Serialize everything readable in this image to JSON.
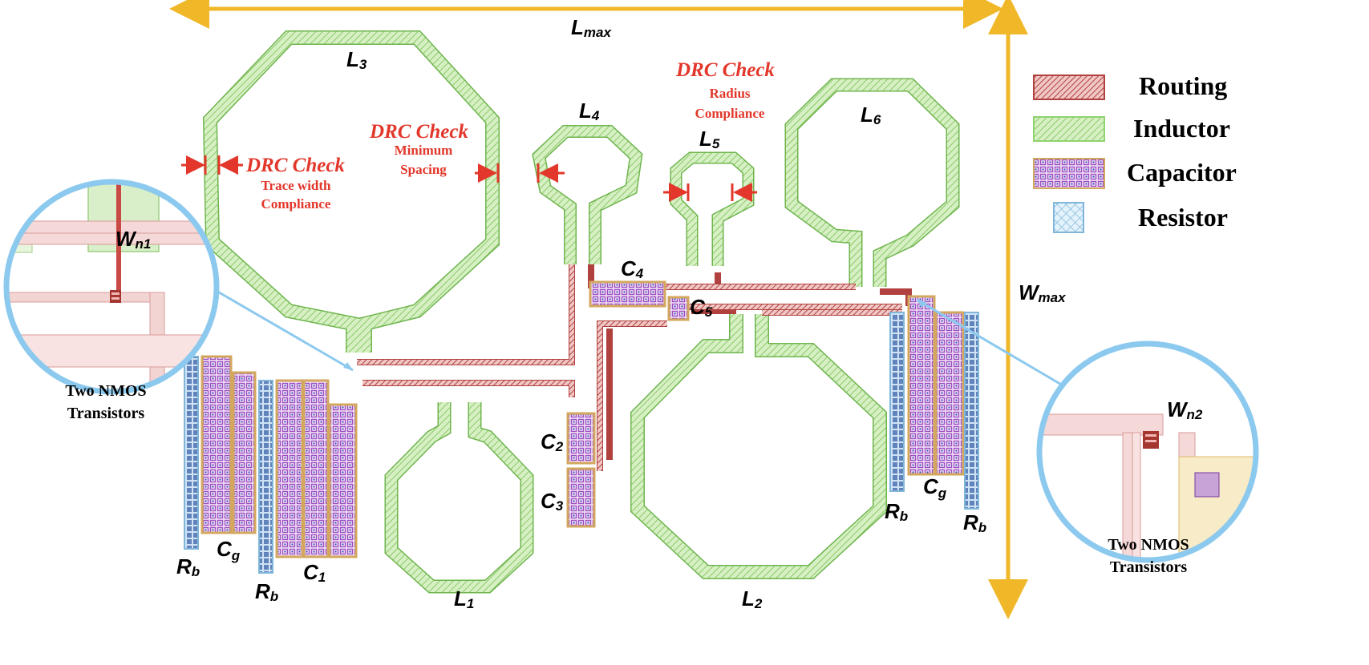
{
  "dimensions": {
    "lmax": "L",
    "lmax_sub": "max",
    "wmax": "W",
    "wmax_sub": "max"
  },
  "inductors": [
    {
      "id": "l3",
      "main": "L",
      "sub": "3"
    },
    {
      "id": "l4",
      "main": "L",
      "sub": "4"
    },
    {
      "id": "l5",
      "main": "L",
      "sub": "5"
    },
    {
      "id": "l6",
      "main": "L",
      "sub": "6"
    },
    {
      "id": "l1",
      "main": "L",
      "sub": "1"
    },
    {
      "id": "l2",
      "main": "L",
      "sub": "2"
    }
  ],
  "capacitors": [
    {
      "id": "c4",
      "main": "C",
      "sub": "4"
    },
    {
      "id": "c5",
      "main": "C",
      "sub": "5"
    },
    {
      "id": "c2",
      "main": "C",
      "sub": "2"
    },
    {
      "id": "c3",
      "main": "C",
      "sub": "3"
    },
    {
      "id": "c1",
      "main": "C",
      "sub": "1"
    },
    {
      "id": "cg_left",
      "main": "C",
      "sub": "g"
    },
    {
      "id": "cg_right",
      "main": "C",
      "sub": "g"
    }
  ],
  "resistors": [
    {
      "id": "rb_left",
      "main": "R",
      "sub": "b"
    },
    {
      "id": "rb_mid",
      "main": "R",
      "sub": "b"
    },
    {
      "id": "rb_right1",
      "main": "R",
      "sub": "b"
    },
    {
      "id": "rb_right2",
      "main": "R",
      "sub": "b"
    }
  ],
  "transistor_widths": [
    {
      "id": "wn1",
      "main": "W",
      "sub": "n1"
    },
    {
      "id": "wn2",
      "main": "W",
      "sub": "n2"
    }
  ],
  "drc_checks": [
    {
      "id": "trace",
      "title": "DRC Check",
      "line1": "Trace width",
      "line2": "Compliance"
    },
    {
      "id": "spacing",
      "title": "DRC Check",
      "line1": "Minimum",
      "line2": "Spacing"
    },
    {
      "id": "radius",
      "title": "DRC Check",
      "line1": "Radius",
      "line2": "Compliance"
    }
  ],
  "nmos_callouts": [
    {
      "id": "left",
      "line1": "Two NMOS",
      "line2": "Transistors"
    },
    {
      "id": "right",
      "line1": "Two NMOS",
      "line2": "Transistors"
    }
  ],
  "legend": [
    {
      "id": "routing",
      "label": "Routing",
      "color": "#b0413e"
    },
    {
      "id": "inductor",
      "label": "Inductor",
      "color": "#8fd36e"
    },
    {
      "id": "capacitor",
      "label": "Capacitor",
      "color": "#b066c8"
    },
    {
      "id": "resistor",
      "label": "Resistor",
      "color": "#7fb6d9"
    }
  ],
  "colors": {
    "arrow": "#f0b828",
    "drc": "#e2372a",
    "inductor": "#a8dd8c",
    "routing": "#b0413e",
    "capacitor": "#b066c8",
    "resistor": "#3a63a8",
    "callout": "#8cc9ee"
  }
}
